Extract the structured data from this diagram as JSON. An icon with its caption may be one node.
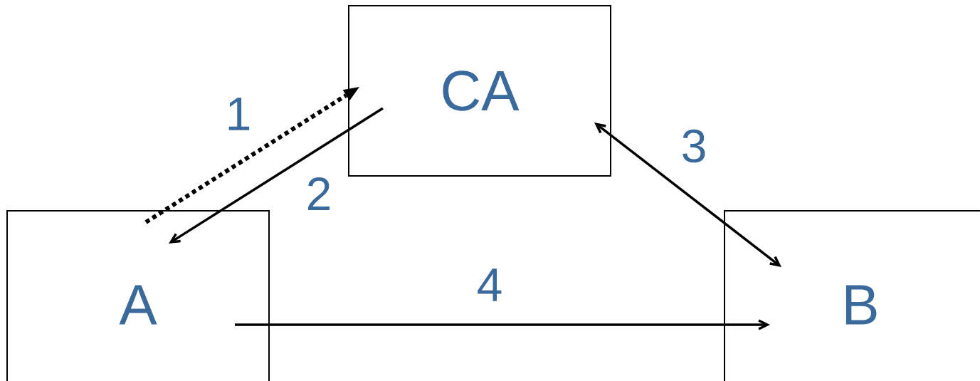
{
  "diagram": {
    "nodes": [
      {
        "text": [
          "CA"
        ]
      },
      {
        "text": [
          "A"
        ]
      },
      {
        "text": [
          "B"
        ]
      }
    ],
    "edges": [
      {
        "from": 1,
        "to": 0,
        "arrow": "to",
        "label": "1",
        "style": "dashed"
      },
      {
        "from": 0,
        "to": 1,
        "arrow": "to",
        "label": "2"
      },
      {
        "from": 0,
        "to": 2,
        "arrow": "both",
        "label": "3"
      },
      {
        "from": 1,
        "to": 2,
        "arrow": "to",
        "label": "4"
      }
    ]
  }
}
